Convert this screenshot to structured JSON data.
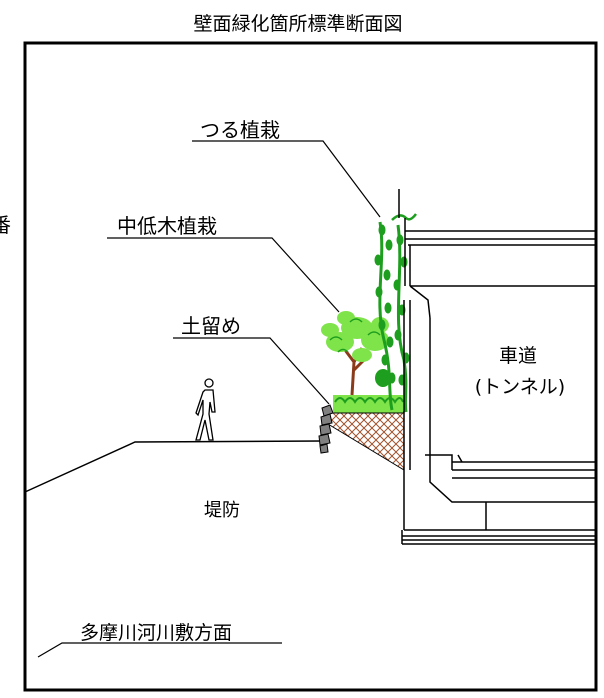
{
  "title": "壁面緑化箇所標準断面図",
  "edge_mark": "番",
  "labels": {
    "vine": "つる植栽",
    "shrub": "中低木植栽",
    "retaining": "土留め",
    "road_line1": "車道",
    "road_line2": "(トンネル)",
    "embankment": "堤防",
    "river_side": "多摩川河川敷方面"
  },
  "colors": {
    "line": "#000000",
    "soil": "#a0522d",
    "leaf_dark": "#1e9e1e",
    "leaf_light": "#7fe34a",
    "trunk": "#8b3a1a",
    "stone": "#808080"
  }
}
